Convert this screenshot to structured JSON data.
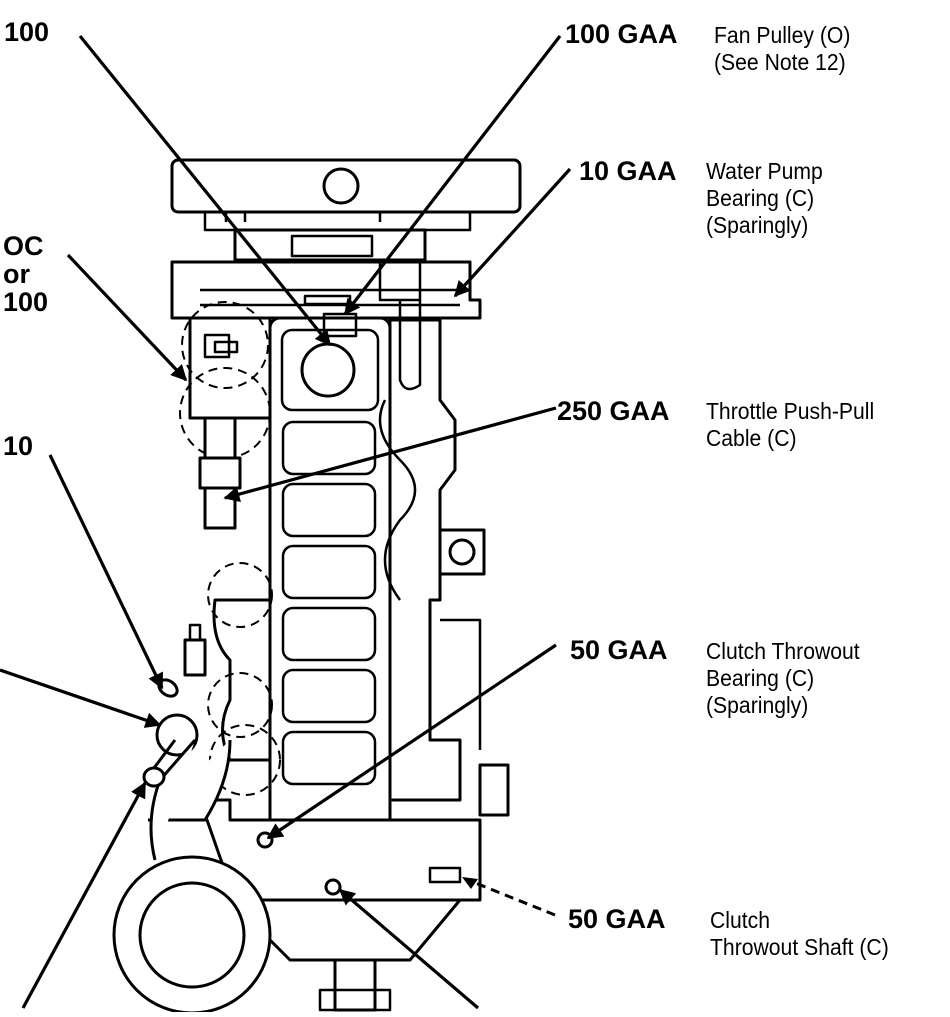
{
  "callouts": {
    "top_left_100": "100",
    "oc_or_100": [
      "OC",
      "or",
      "100"
    ],
    "left_10": "10",
    "fan_pulley": {
      "code": "100 GAA",
      "lines": [
        "Fan Pulley (O)",
        "(See Note 12)"
      ]
    },
    "water_pump": {
      "code": "10 GAA",
      "lines": [
        "Water Pump",
        "Bearing (C)",
        "(Sparingly)"
      ]
    },
    "throttle": {
      "code": "250 GAA",
      "lines": [
        "Throttle Push-Pull",
        "Cable (C)"
      ]
    },
    "clutch_bearing": {
      "code": "50 GAA",
      "lines": [
        "Clutch Throwout",
        "Bearing (C)",
        "(Sparingly)"
      ]
    },
    "clutch_shaft": {
      "code": "50 GAA",
      "lines": [
        "Clutch",
        "Throwout Shaft (C)"
      ]
    }
  }
}
